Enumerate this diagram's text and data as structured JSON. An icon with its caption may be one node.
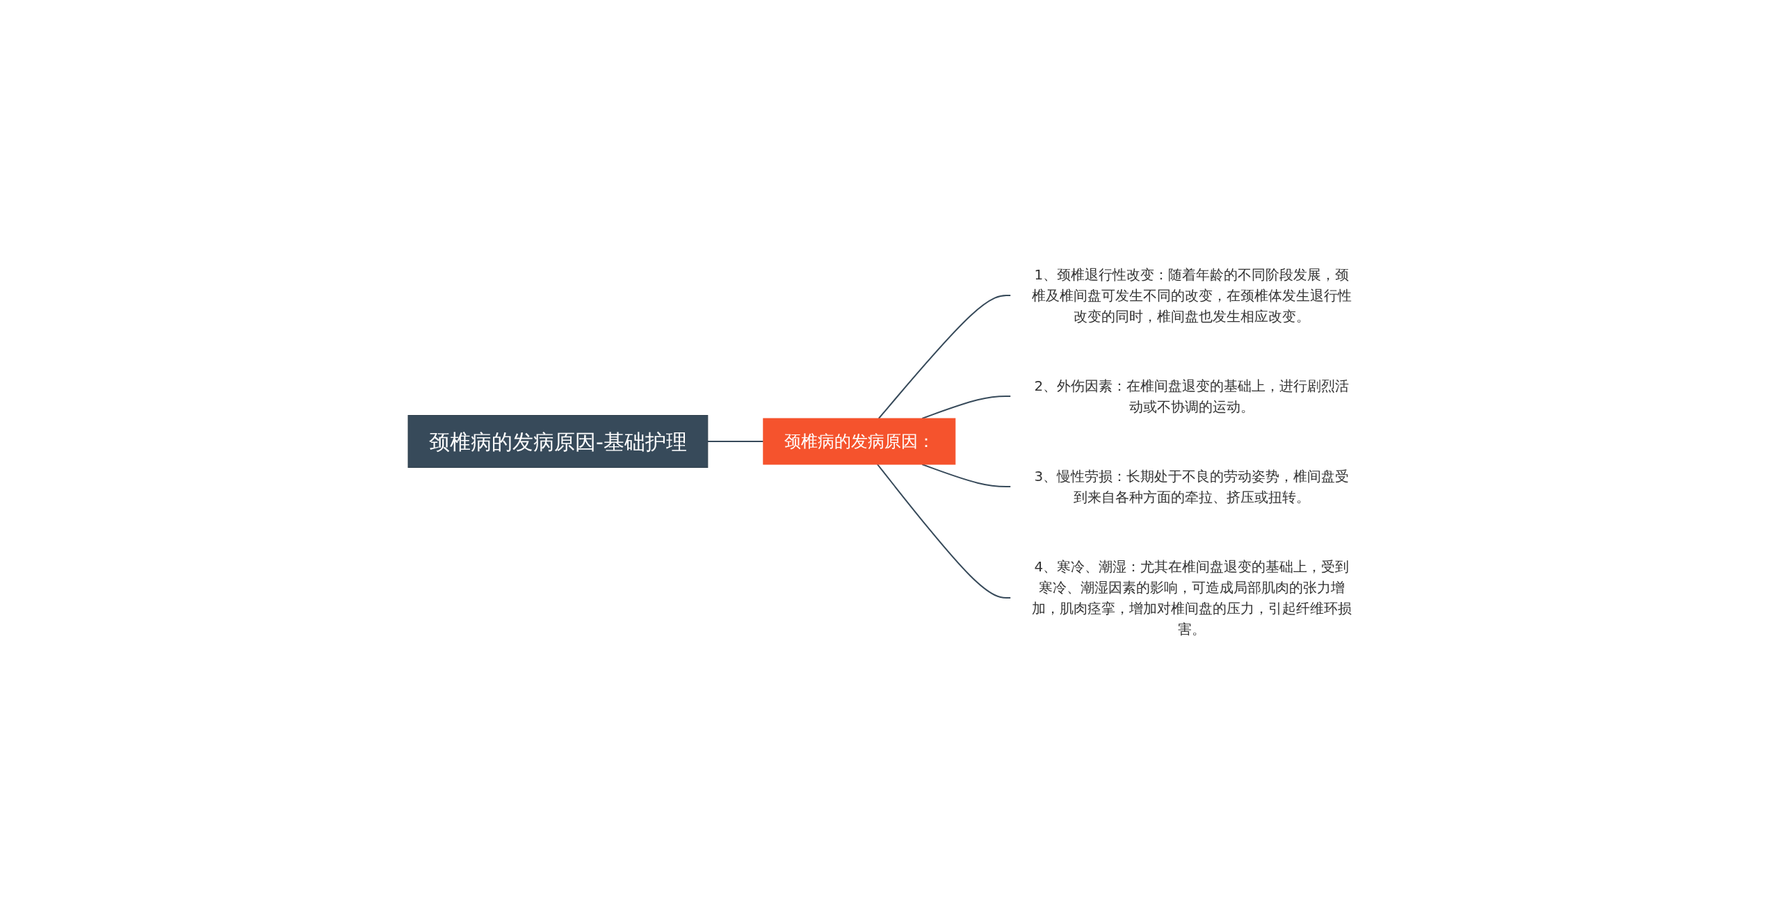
{
  "diagram": {
    "nodes": [
      {
        "text": [
          "颈椎病的发病原因-基础护理"
        ]
      },
      {
        "text": [
          "颈椎病的发病原因："
        ]
      },
      {
        "text": [
          "1、颈椎退行性改变：随着年龄的不同阶段发展，颈椎及椎间盘可发生不同的改变，在颈椎体发生退行性改变的同时，椎间盘也发生相应改变。"
        ]
      },
      {
        "text": [
          "2、外伤因素：在椎间盘退变的基础上，进行剧烈活动或不协调的运动。"
        ]
      },
      {
        "text": [
          "3、慢性劳损：长期处于不良的劳动姿势，椎间盘受到来自各种方面的牵拉、挤压或扭转。"
        ]
      },
      {
        "text": [
          "4、寒冷、潮湿：尤其在椎间盘退变的基础上，受到寒冷、潮湿因素的影响，可造成局部肌肉的张力增加，肌肉痉挛，增加对椎间盘的压力，引起纤维环损害。"
        ]
      }
    ],
    "edges": [
      {
        "from": 0,
        "to": 1,
        "arrow": "none"
      },
      {
        "from": 1,
        "to": 2,
        "arrow": "none"
      },
      {
        "from": 1,
        "to": 3,
        "arrow": "none"
      },
      {
        "from": 1,
        "to": 4,
        "arrow": "none"
      },
      {
        "from": 1,
        "to": 5,
        "arrow": "none"
      }
    ]
  }
}
